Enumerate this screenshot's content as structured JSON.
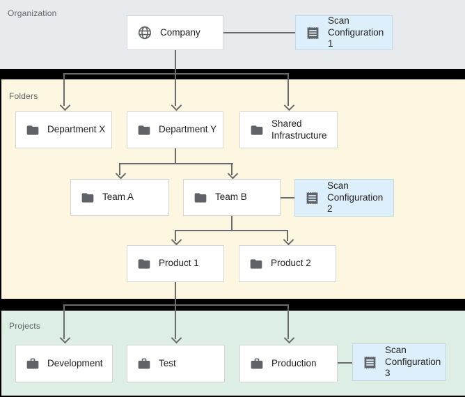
{
  "sections": {
    "organization": {
      "label": "Organization"
    },
    "folders": {
      "label": "Folders"
    },
    "projects": {
      "label": "Projects"
    }
  },
  "nodes": {
    "company": {
      "label": "Company",
      "icon": "globe"
    },
    "scan1": {
      "label": "Scan\nConfiguration 1",
      "icon": "receipt"
    },
    "department_x": {
      "label": "Department X",
      "icon": "folder"
    },
    "department_y": {
      "label": "Department Y",
      "icon": "folder"
    },
    "shared_infrastructure": {
      "label": "Shared\nInfrastructure",
      "icon": "folder"
    },
    "team_a": {
      "label": "Team A",
      "icon": "folder"
    },
    "team_b": {
      "label": "Team B",
      "icon": "folder"
    },
    "scan2": {
      "label": "Scan\nConfiguration 2",
      "icon": "receipt"
    },
    "product_1": {
      "label": "Product 1",
      "icon": "folder"
    },
    "product_2": {
      "label": "Product 2",
      "icon": "folder"
    },
    "development": {
      "label": "Development",
      "icon": "briefcase"
    },
    "test": {
      "label": "Test",
      "icon": "briefcase"
    },
    "production": {
      "label": "Production",
      "icon": "briefcase"
    },
    "scan3": {
      "label": "Scan\nConfiguration 3",
      "icon": "receipt"
    }
  },
  "edges": [
    {
      "from": "Company",
      "to": "Department X"
    },
    {
      "from": "Company",
      "to": "Department Y"
    },
    {
      "from": "Company",
      "to": "Shared Infrastructure"
    },
    {
      "from": "Department Y",
      "to": "Team A"
    },
    {
      "from": "Department Y",
      "to": "Team B"
    },
    {
      "from": "Team B",
      "to": "Product 1"
    },
    {
      "from": "Team B",
      "to": "Product 2"
    },
    {
      "from": "Product 1",
      "to": "Development"
    },
    {
      "from": "Product 1",
      "to": "Test"
    },
    {
      "from": "Product 1",
      "to": "Production"
    },
    {
      "from": "Company",
      "to": "Scan Configuration 1",
      "type": "scan-config-attachment"
    },
    {
      "from": "Team B",
      "to": "Scan Configuration 2",
      "type": "scan-config-attachment"
    },
    {
      "from": "Production",
      "to": "Scan Configuration 3",
      "type": "scan-config-attachment"
    }
  ],
  "colors": {
    "organization_bg": "#e8ebee",
    "folders_bg": "#fdf6e1",
    "projects_bg": "#ddeee4",
    "separator": "#000000",
    "node_bg": "#ffffff",
    "node_border": "#d6d6d6",
    "scan_node_bg": "#ddeffa",
    "scan_node_border": "#c3d9e8",
    "connector": "#6b6b6b",
    "icon": "#5f6368",
    "node_text": "#212121",
    "section_label_text": "#5f6368"
  }
}
